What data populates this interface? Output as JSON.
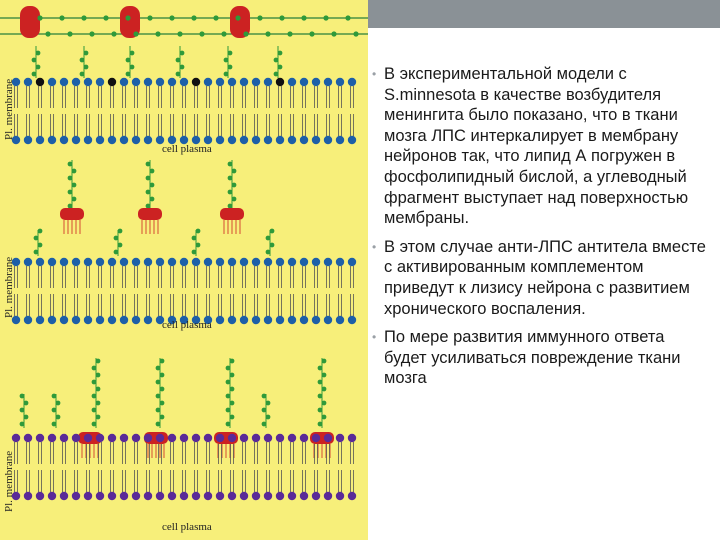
{
  "figure": {
    "membrane_label_1": "Pl. membrane",
    "membrane_label_2": "Pl. membrane",
    "membrane_label_3": "Pl. membrane",
    "plasma_label_1": "cell plasma",
    "plasma_label_2": "cell plasma",
    "plasma_label_3": "cell plasma",
    "colors": {
      "panel_bg": "#f7ef7a",
      "lipid_head": "#1d5fa8",
      "lipid_head_dark": "#111111",
      "lipid_head_purple": "#5a2a98",
      "lps_red": "#cc2222",
      "sugar_green": "#2f9a3a"
    }
  },
  "bullets": [
    {
      "text": "В  экспериментальной модели с S.minnesota в качестве возбудителя менингита было показано, что в ткани мозга ЛПС интеркалирует в мембрану нейронов так, что липид А погружен в фосфолипидный бислой, а углеводный фрагмент выступает над поверхностью мембраны."
    },
    {
      "text": " В этом случае анти-ЛПС антитела вместе с активированным комплементом приведут к лизису нейрона с развитием хронического воспаления."
    },
    {
      "text": "По мере развития иммунного ответа будет усиливаться повреждение ткани мозга"
    }
  ]
}
